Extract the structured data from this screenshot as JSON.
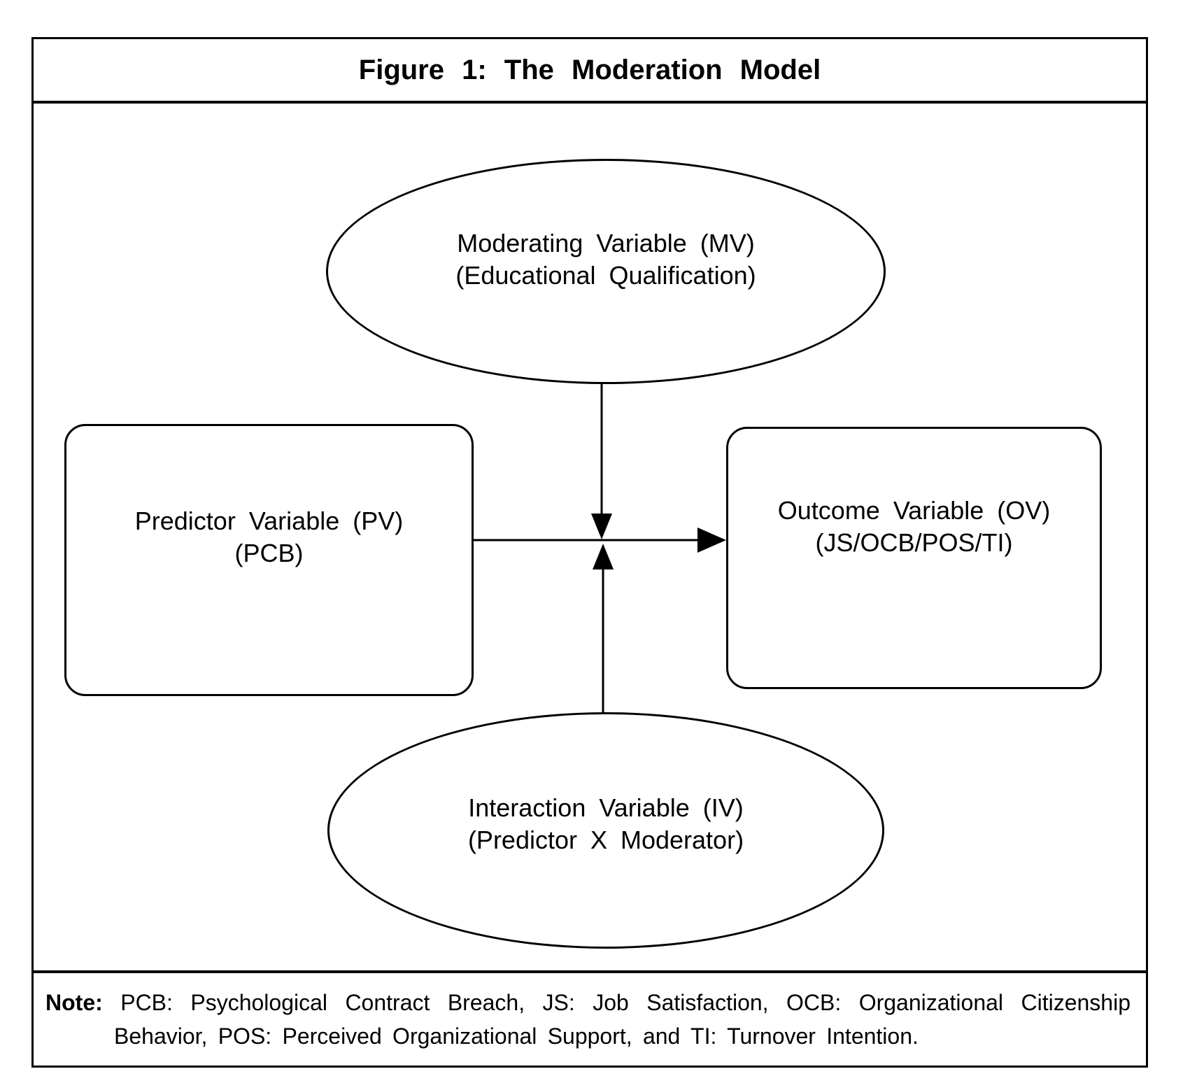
{
  "figure": {
    "title": "Figure 1: The Moderation Model",
    "note": {
      "label": "Note:",
      "text": "PCB: Psychological Contract Breach, JS: Job Satisfaction, OCB: Organizational Citizenship Behavior, POS: Perceived Organizational Support, and TI: Turnover Intention."
    }
  },
  "diagram": {
    "type": "moderation-model",
    "nodes": [
      {
        "id": "mv",
        "shape": "ellipse",
        "role": "moderating-variable",
        "line1": "Moderating Variable (MV)",
        "line2": "(Educational Qualification)"
      },
      {
        "id": "pv",
        "shape": "rounded-rect",
        "role": "predictor-variable",
        "line1": "Predictor Variable (PV)",
        "line2": "(PCB)"
      },
      {
        "id": "ov",
        "shape": "rounded-rect",
        "role": "outcome-variable",
        "line1": "Outcome Variable (OV)",
        "line2": "(JS/OCB/POS/TI)"
      },
      {
        "id": "iv",
        "shape": "ellipse",
        "role": "interaction-variable",
        "line1": "Interaction Variable (IV)",
        "line2": "(Predictor X Moderator)"
      }
    ],
    "edges": [
      {
        "from": "pv",
        "to": "ov",
        "style": "solid-arrow"
      },
      {
        "from": "mv",
        "to": "pv-ov-arrow",
        "style": "solid-arrow"
      },
      {
        "from": "iv",
        "to": "pv-ov-arrow",
        "style": "solid-arrow"
      }
    ]
  },
  "colors": {
    "ink": "#000000",
    "background": "#ffffff"
  }
}
